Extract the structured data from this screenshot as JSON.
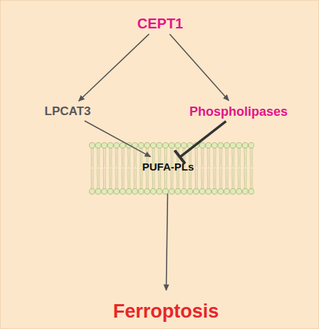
{
  "diagram": {
    "nodes": [
      {
        "text": [
          "CEPT1"
        ]
      },
      {
        "text": [
          "LPCAT3"
        ]
      },
      {
        "text": [
          "Phospholipases"
        ]
      },
      {
        "text": [
          "PUFA-PLs"
        ]
      },
      {
        "text": [
          "Ferroptosis"
        ]
      }
    ],
    "edges": [
      {
        "from": 0,
        "to": 1,
        "arrow": "to"
      },
      {
        "from": 0,
        "to": 2,
        "arrow": "to"
      },
      {
        "from": 1,
        "to": 3,
        "arrow": "to"
      },
      {
        "from": 2,
        "to": 3,
        "arrow": "to"
      },
      {
        "from": 3,
        "to": 4,
        "arrow": "to"
      }
    ]
  }
}
